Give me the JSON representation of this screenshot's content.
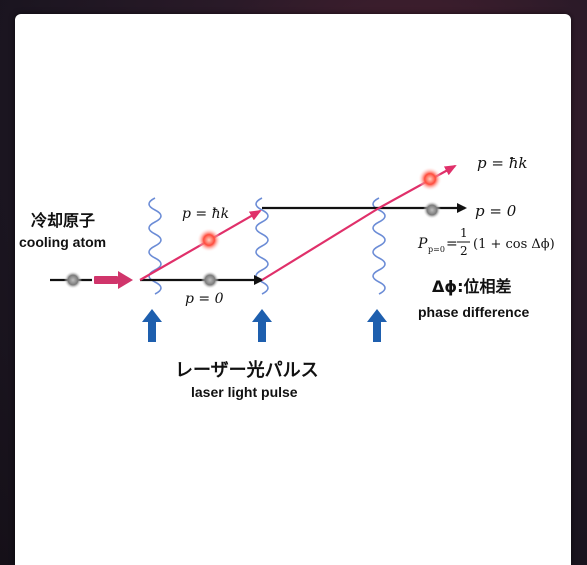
{
  "labels": {
    "cooling_atom_jp": "冷却原子",
    "cooling_atom_en": "cooling atom",
    "laser_pulse_jp": "レーザー光パルス",
    "laser_pulse_en": "laser light pulse",
    "phase_diff_jp": "Δϕ:位相差",
    "phase_diff_en": "phase difference"
  },
  "math": {
    "p_hk_top": "p = ħk",
    "p_hk_mid": "p = ħk",
    "p_zero_right": "p = 0",
    "p_zero_bottom": "p = 0",
    "prob_lhs": "P",
    "prob_sub": "p=0",
    "prob_eq": "=",
    "prob_num": "1",
    "prob_den": "2",
    "prob_rhs": "(1 + cos Δϕ)"
  },
  "colors": {
    "photon_arrow": "#d0356b",
    "excited_path": "#e0306a",
    "ground_path": "#111111",
    "laser_wave": "#6b8cd6",
    "pulse_arrow": "#1e5fae",
    "atom_ground": "#7a7a7a",
    "atom_excited": "#ff5a4a",
    "background_card": "#ffffff"
  }
}
